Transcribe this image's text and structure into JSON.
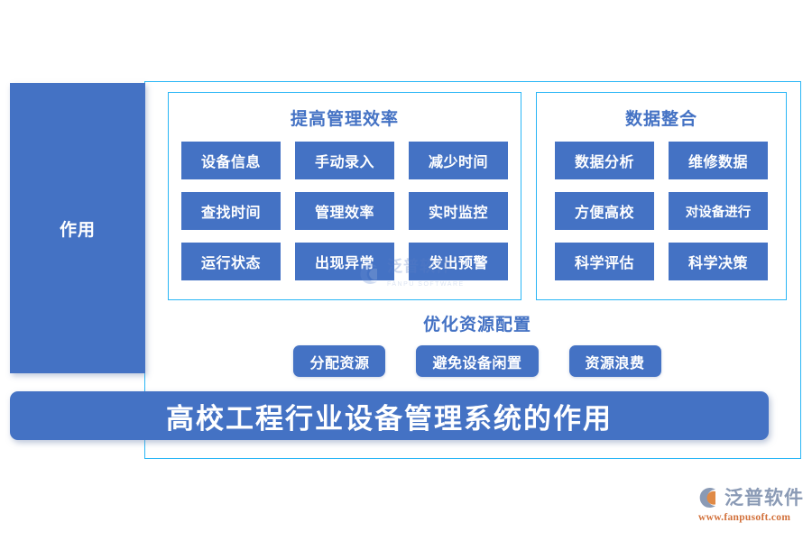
{
  "colors": {
    "chip_blue": "#4472C4",
    "frame_cyan": "#29B6F6",
    "heading_blue": "#4472C4",
    "logo_orange": "#D2703A",
    "logo_gray": "#8A9AB5",
    "background": "#FFFFFF"
  },
  "role_block": {
    "label": "作用"
  },
  "panels": [
    {
      "title": "提高管理效率",
      "columns": 3,
      "chips": [
        "设备信息",
        "手动录入",
        "减少时间",
        "查找时间",
        "管理效率",
        "实时监控",
        "运行状态",
        "出现异常",
        "发出预警"
      ]
    },
    {
      "title": "数据整合",
      "columns": 2,
      "chips": [
        "数据分析",
        "维修数据",
        "方便高校",
        "对设备进行",
        "科学评估",
        "科学决策"
      ]
    }
  ],
  "optimize": {
    "title": "优化资源配置",
    "pills": [
      "分配资源",
      "避免设备闲置",
      "资源浪费"
    ]
  },
  "banner": {
    "title": "高校工程行业设备管理系统的作用"
  },
  "watermark": {
    "cn": "泛普软件",
    "en": "FANPU SOFTWARE"
  },
  "brand": {
    "cn": "泛普软件",
    "url": "www.fanpusoft.com"
  }
}
